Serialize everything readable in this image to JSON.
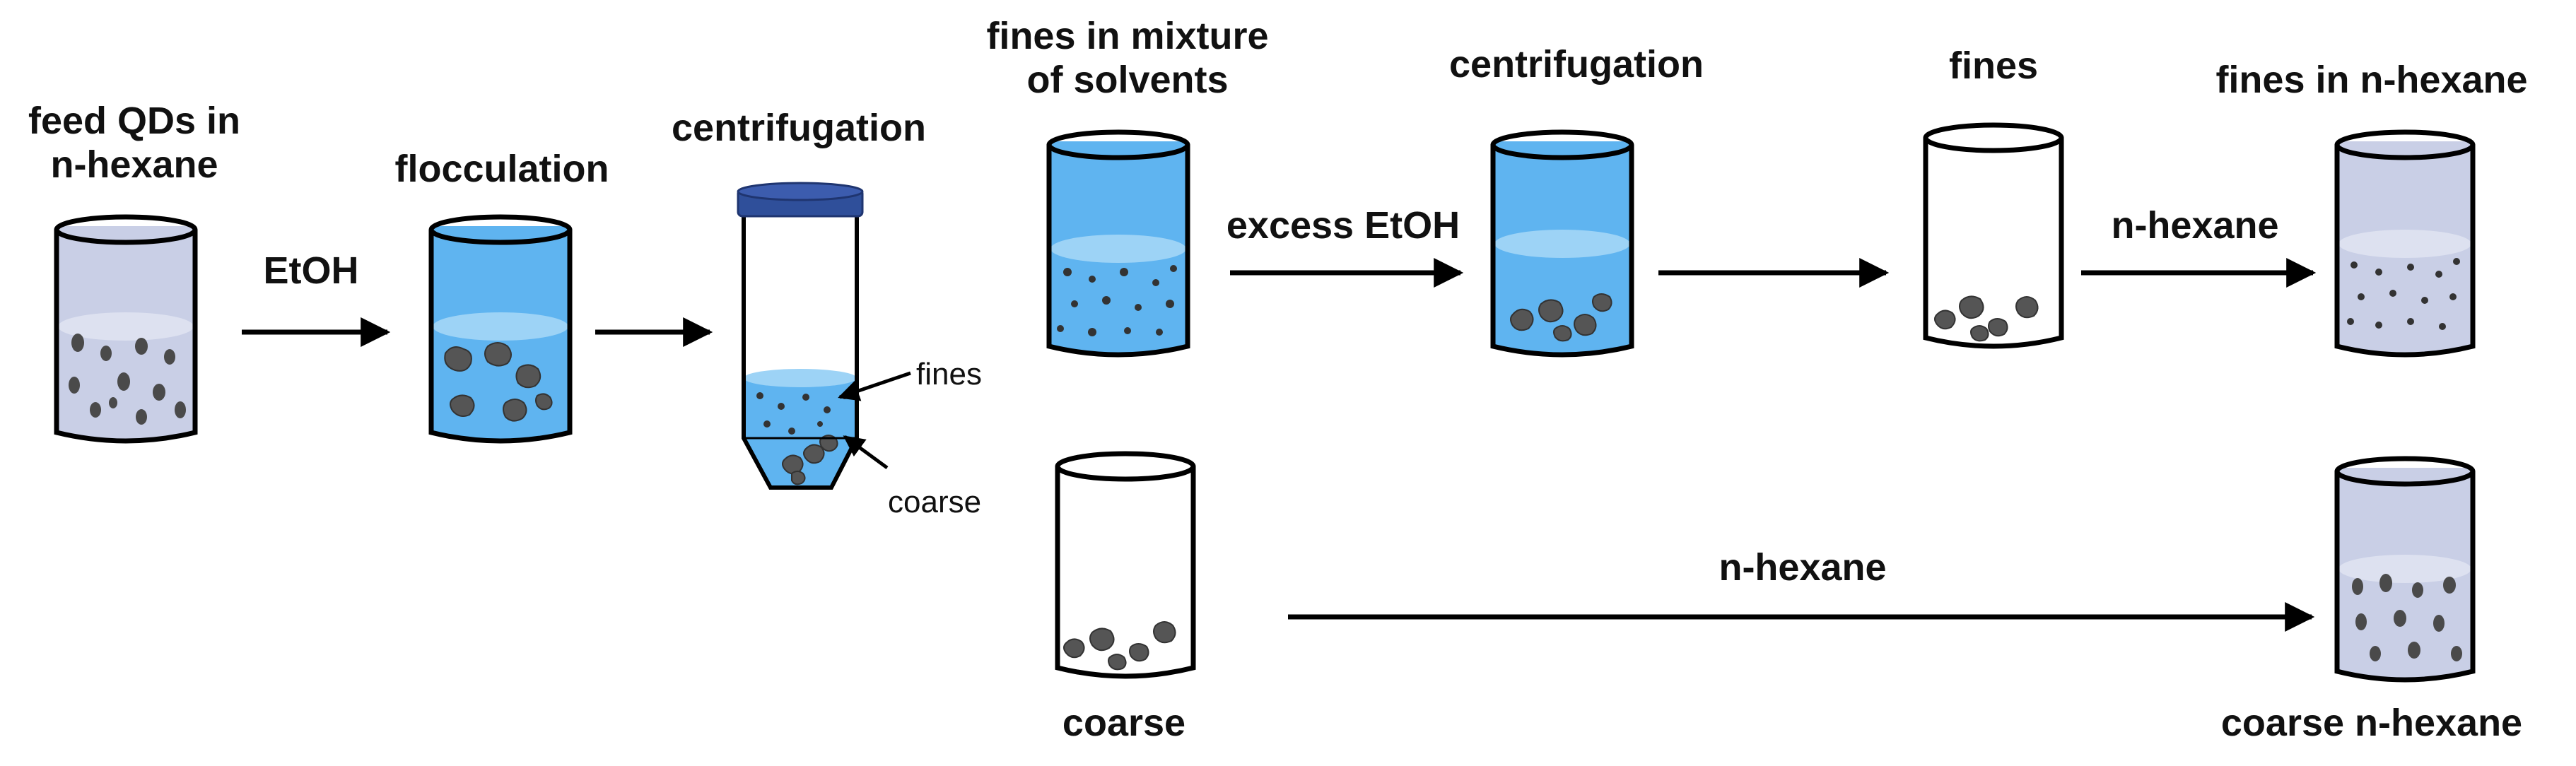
{
  "colors": {
    "hexane_liquid": "#c9cfe6",
    "hexane_top": "#dde1f0",
    "ethanol_liquid": "#5fb4f0",
    "ethanol_top": "#9dd3f6",
    "particle": "#4a4a4a",
    "cap": "#2f4f9a",
    "stroke": "#000000"
  },
  "labels": {
    "feed": "feed QDs in\nn-hexane",
    "flocculation": "flocculation",
    "centrifugation1": "centrifugation",
    "fines_mixture": "fines in mixture\nof solvents",
    "centrifugation2": "centrifugation",
    "fines": "fines",
    "fines_hexane": "fines in n-hexane",
    "coarse": "coarse",
    "coarse_hexane": "coarse n-hexane"
  },
  "arrows": {
    "etoh": "EtOH",
    "excess_etoh": "excess EtOH",
    "nhexane1": "n-hexane",
    "nhexane2": "n-hexane"
  },
  "tube_callouts": {
    "fines": "fines",
    "coarse": "coarse"
  }
}
